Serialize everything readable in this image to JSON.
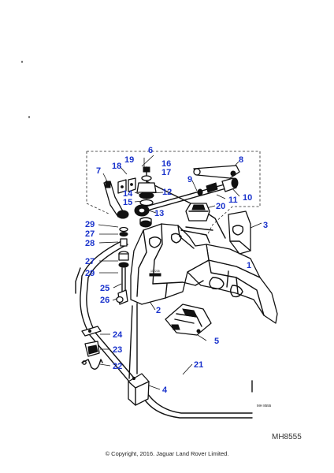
{
  "diagram": {
    "drawing_code_small": "MH 8555",
    "inner_code": "102235",
    "reference_code": "MH8555",
    "copyright": "© Copyright, 2016. Jaguar Land Rover Limited."
  },
  "callouts": [
    {
      "id": "c1",
      "label": "1"
    },
    {
      "id": "c2",
      "label": "2"
    },
    {
      "id": "c3",
      "label": "3"
    },
    {
      "id": "c4",
      "label": "4"
    },
    {
      "id": "c5",
      "label": "5"
    },
    {
      "id": "c6",
      "label": "6"
    },
    {
      "id": "c7",
      "label": "7"
    },
    {
      "id": "c8",
      "label": "8"
    },
    {
      "id": "c9",
      "label": "9"
    },
    {
      "id": "c10",
      "label": "10"
    },
    {
      "id": "c11",
      "label": "11"
    },
    {
      "id": "c12",
      "label": "12"
    },
    {
      "id": "c13",
      "label": "13"
    },
    {
      "id": "c14",
      "label": "14"
    },
    {
      "id": "c15",
      "label": "15"
    },
    {
      "id": "c16",
      "label": "16"
    },
    {
      "id": "c17",
      "label": "17"
    },
    {
      "id": "c18",
      "label": "18"
    },
    {
      "id": "c19",
      "label": "19"
    },
    {
      "id": "c20",
      "label": "20"
    },
    {
      "id": "c21",
      "label": "21"
    },
    {
      "id": "c22",
      "label": "22"
    },
    {
      "id": "c23",
      "label": "23"
    },
    {
      "id": "c24",
      "label": "24"
    },
    {
      "id": "c25",
      "label": "25"
    },
    {
      "id": "c26",
      "label": "26"
    },
    {
      "id": "c27a",
      "label": "27"
    },
    {
      "id": "c27b",
      "label": "27"
    },
    {
      "id": "c28",
      "label": "28"
    },
    {
      "id": "c29a",
      "label": "29"
    },
    {
      "id": "c29b",
      "label": "29"
    }
  ]
}
